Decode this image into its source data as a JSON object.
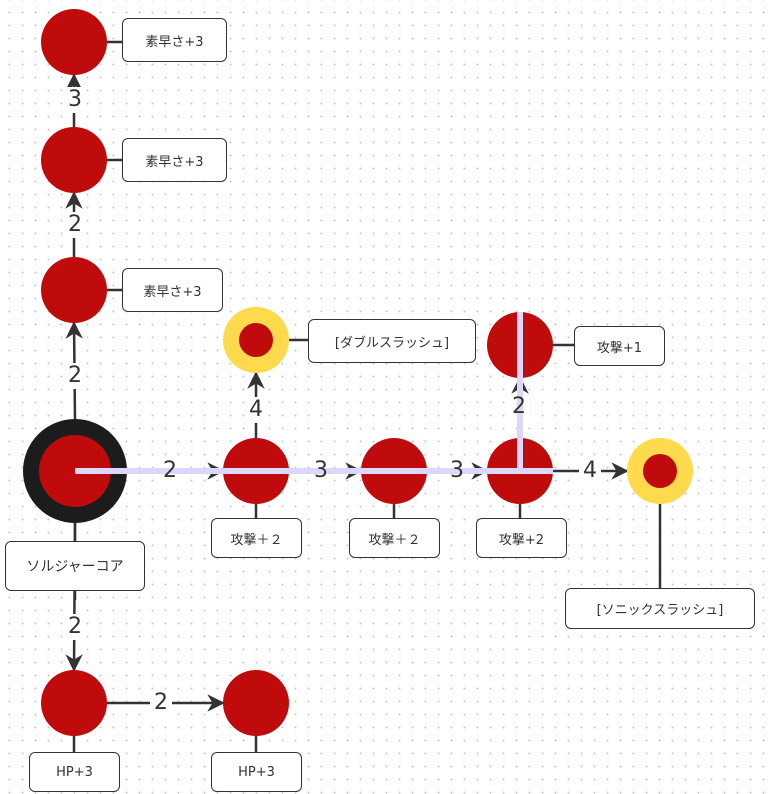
{
  "title": "ソルジャーコア スキルツリー",
  "colors": {
    "node_fill": "#bf0b0b",
    "core_ring": "#1c1c1c",
    "skill_ring": "#ffda4d",
    "edge": "#333333",
    "highlight": "#dcd7ff"
  },
  "nodes": {
    "core": {
      "label": "ソルジャーコア",
      "type": "core"
    },
    "spd1": {
      "label": "素早さ+3",
      "type": "stat"
    },
    "spd2": {
      "label": "素早さ+3",
      "type": "stat"
    },
    "spd3": {
      "label": "素早さ+3",
      "type": "stat"
    },
    "atk1": {
      "label": "攻撃＋２",
      "type": "stat"
    },
    "atk2": {
      "label": "攻撃＋２",
      "type": "stat"
    },
    "atk3": {
      "label": "攻撃+2",
      "type": "stat"
    },
    "atk4": {
      "label": "攻撃+1",
      "type": "stat"
    },
    "double": {
      "label": "[ダブルスラッシュ]",
      "type": "skill"
    },
    "sonic": {
      "label": "[ソニックスラッシュ]",
      "type": "skill"
    },
    "hp1": {
      "label": "HP+3",
      "type": "stat"
    },
    "hp2": {
      "label": "HP+3",
      "type": "stat"
    }
  },
  "edges": [
    {
      "from": "core",
      "to": "spd1",
      "cost": "2"
    },
    {
      "from": "spd1",
      "to": "spd2",
      "cost": "2"
    },
    {
      "from": "spd2",
      "to": "spd3",
      "cost": "3"
    },
    {
      "from": "core",
      "to": "atk1",
      "cost": "2"
    },
    {
      "from": "atk1",
      "to": "double",
      "cost": "4"
    },
    {
      "from": "atk1",
      "to": "atk2",
      "cost": "3"
    },
    {
      "from": "atk2",
      "to": "atk3",
      "cost": "3"
    },
    {
      "from": "atk3",
      "to": "atk4",
      "cost": "2"
    },
    {
      "from": "atk3",
      "to": "sonic",
      "cost": "4"
    },
    {
      "from": "core",
      "to": "hp1",
      "cost": "2"
    },
    {
      "from": "hp1",
      "to": "hp2",
      "cost": "2"
    }
  ],
  "highlighted_path": [
    "core",
    "atk1",
    "atk2",
    "atk3",
    "atk4"
  ]
}
